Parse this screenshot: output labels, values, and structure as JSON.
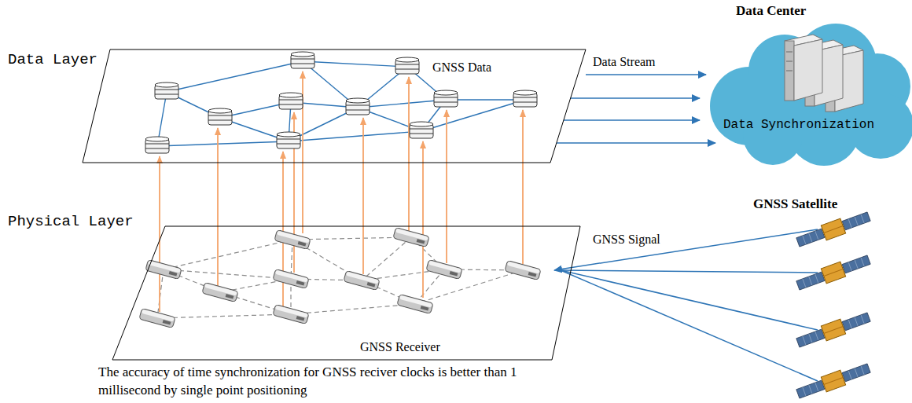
{
  "diagram": {
    "nodes": [
      {
        "text": [
          "Data Layer",
          "GNSS Data"
        ]
      },
      {
        "text": [
          "Physical Layer",
          "GNSS Receiver"
        ]
      },
      {
        "text": [
          "Data Center",
          "Data Synchronization"
        ]
      },
      {
        "text": [
          "GNSS Satellite"
        ]
      }
    ],
    "edges": [
      {
        "from": 0,
        "to": 2,
        "label": "Data Stream",
        "arrow": "to"
      },
      {
        "from": 3,
        "to": 1,
        "label": "GNSS Signal",
        "arrow": "to"
      }
    ],
    "labels": [
      "The accuracy of time synchronization for GNSS reciver clocks is better than 1 millisecond by single point positioning"
    ]
  }
}
